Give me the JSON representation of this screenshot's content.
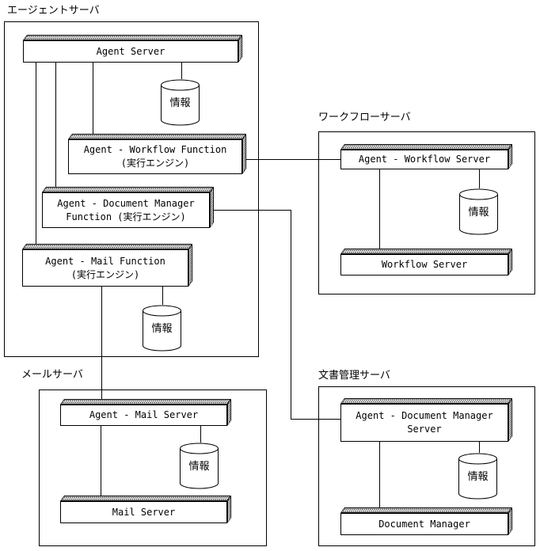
{
  "sections": {
    "agent": {
      "title": "エージェントサーバ"
    },
    "workflow": {
      "title": "ワークフローサーバ"
    },
    "mail": {
      "title": "メールサーバ"
    },
    "docmgr": {
      "title": "文書管理サーバ"
    }
  },
  "nodes": {
    "agent_server": {
      "label": "Agent Server"
    },
    "workflow_function": {
      "line1": "Agent - Workflow Function",
      "line2": "(実行エンジン)"
    },
    "docmgr_function": {
      "line1": "Agent - Document Manager",
      "line2": "Function (実行エンジン)"
    },
    "mail_function": {
      "line1": "Agent - Mail Function",
      "line2": "(実行エンジン)"
    },
    "agent_workflow_server": {
      "label": "Agent - Workflow Server"
    },
    "workflow_server": {
      "label": "Workflow Server"
    },
    "agent_mail_server": {
      "label": "Agent - Mail Server"
    },
    "mail_server": {
      "label": "Mail Server"
    },
    "agent_docmgr_server": {
      "line1": "Agent - Document Manager",
      "line2": "Server"
    },
    "document_manager": {
      "label": "Document Manager"
    }
  },
  "datastores": {
    "label": "情報"
  },
  "colors": {
    "line": "#000000",
    "background": "#ffffff",
    "box_fill": "#ffffff"
  }
}
